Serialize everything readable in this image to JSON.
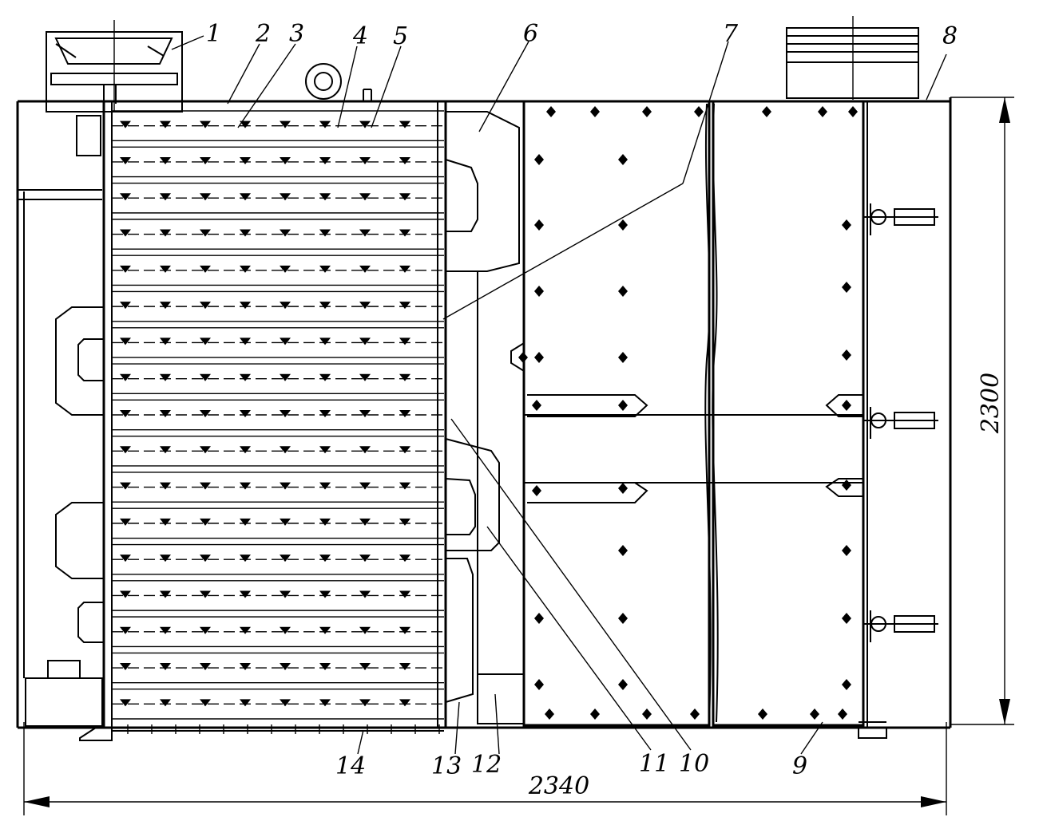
{
  "figure": {
    "dimensions": {
      "width": "2340",
      "height": "2300"
    },
    "callouts": [
      "1",
      "2",
      "3",
      "4",
      "5",
      "6",
      "7",
      "8",
      "9",
      "10",
      "11",
      "12",
      "13",
      "14"
    ]
  }
}
